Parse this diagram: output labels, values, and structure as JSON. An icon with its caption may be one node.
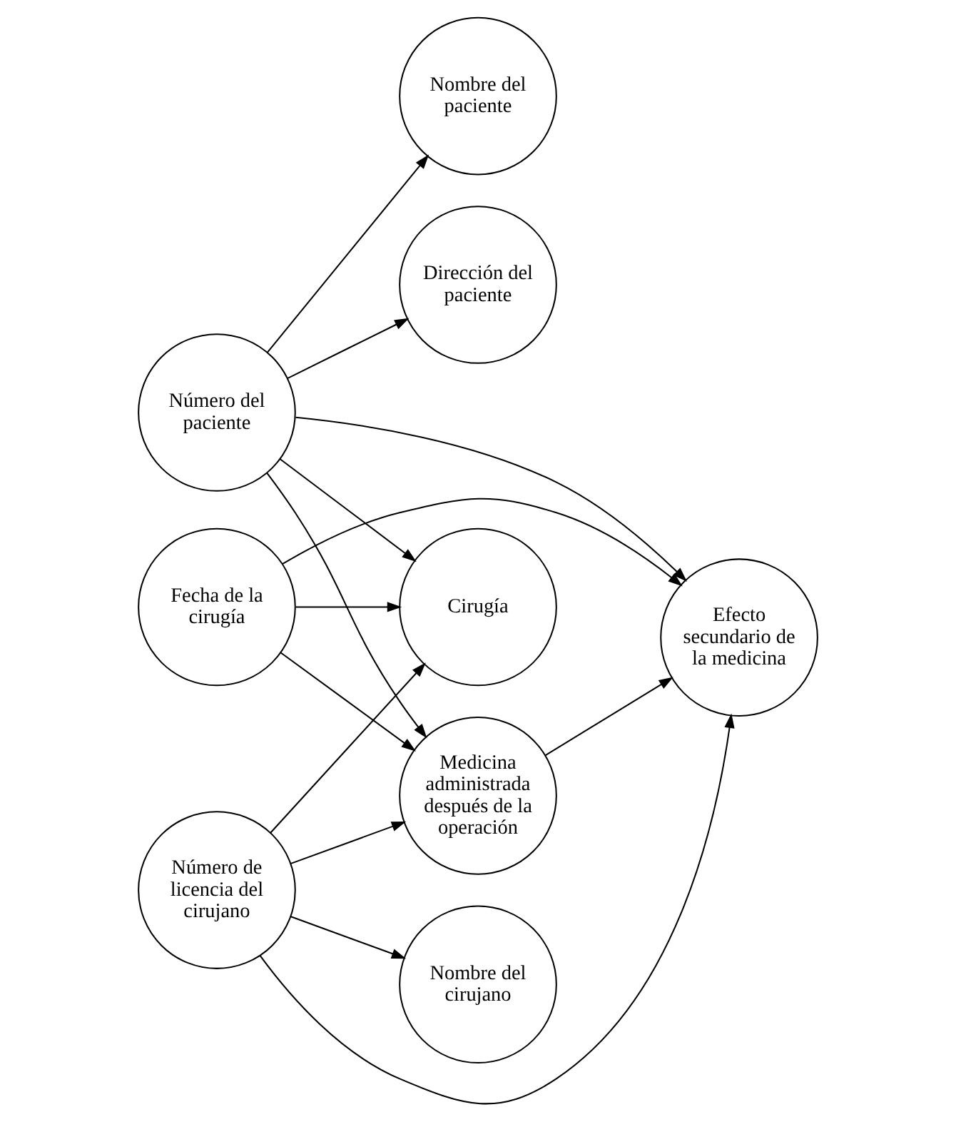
{
  "diagram": {
    "nodes": [
      {
        "text": [
          "Nombre del paciente"
        ]
      },
      {
        "text": [
          "Dirección del paciente"
        ]
      },
      {
        "text": [
          "Cirugía"
        ]
      },
      {
        "text": [
          "Número del paciente"
        ]
      },
      {
        "text": [
          "Número de licencia del cirujano"
        ]
      },
      {
        "text": [
          "Medicina administrada después de la operación"
        ]
      },
      {
        "text": [
          "Nombre del cirujano"
        ]
      },
      {
        "text": [
          "Fecha de la cirugía"
        ]
      },
      {
        "text": [
          "Efecto secundario de la medicina"
        ]
      }
    ],
    "edges": [
      {
        "from": 3,
        "to": 0,
        "arrow": "to"
      },
      {
        "from": 3,
        "to": 1,
        "arrow": "to"
      },
      {
        "from": 3,
        "to": 2,
        "arrow": "to"
      },
      {
        "from": 3,
        "to": 5,
        "arrow": "to"
      },
      {
        "from": 3,
        "to": 8,
        "arrow": "to"
      },
      {
        "from": 4,
        "to": 2,
        "arrow": "to"
      },
      {
        "from": 4,
        "to": 5,
        "arrow": "to"
      },
      {
        "from": 4,
        "to": 8,
        "arrow": "to"
      },
      {
        "from": 7,
        "to": 2,
        "arrow": "to"
      },
      {
        "from": 7,
        "to": 5,
        "arrow": "to"
      },
      {
        "from": 7,
        "to": 8,
        "arrow": "to"
      },
      {
        "from": 4,
        "to": 6,
        "arrow": "to"
      },
      {
        "from": 5,
        "to": 8,
        "arrow": "to"
      }
    ]
  }
}
